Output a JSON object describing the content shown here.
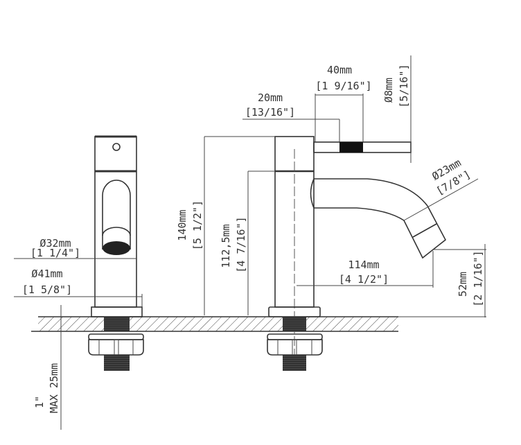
{
  "dimensions": {
    "handle_length": {
      "mm": "40mm",
      "inch": "[1 9/16\"]"
    },
    "handle_offset": {
      "mm": "20mm",
      "inch": "[13/16\"]"
    },
    "handle_diameter": {
      "mm": "Ø8mm",
      "inch": "[5/16\"]"
    },
    "spout_diameter": {
      "mm": "Ø23mm",
      "inch": "[7/8\"]"
    },
    "body_diameter": {
      "mm": "Ø32mm",
      "inch": "[1 1/4\"]"
    },
    "base_diameter": {
      "mm": "Ø41mm",
      "inch": "[1 5/8\"]"
    },
    "total_height": {
      "mm": "140mm",
      "inch": "[5 1/2\"]"
    },
    "spout_height": {
      "mm": "112,5mm",
      "inch": "[4 7/16\"]"
    },
    "spout_reach": {
      "mm": "114mm",
      "inch": "[4 1/2\"]"
    },
    "outlet_height": {
      "mm": "52mm",
      "inch": "[2 1/16\"]"
    },
    "max_counter": {
      "mm": "MAX  25mm",
      "inch": "1\""
    }
  }
}
